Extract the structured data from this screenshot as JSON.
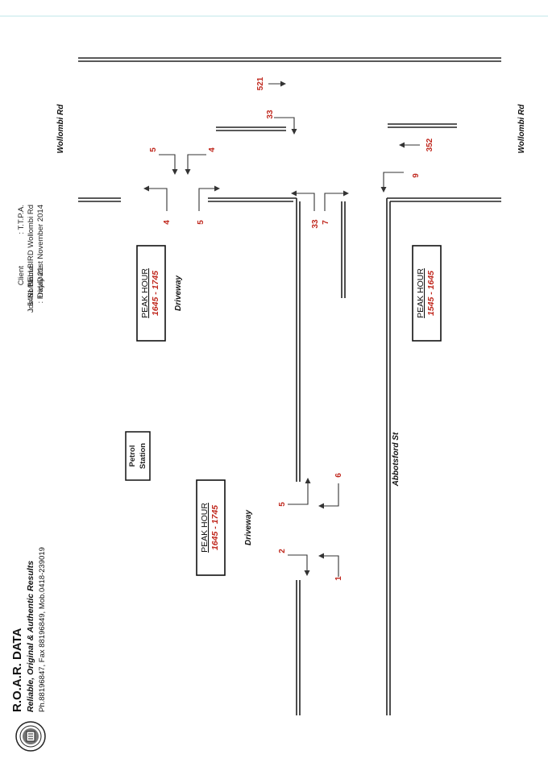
{
  "header": {
    "brand": "R.O.A.R.  DATA",
    "tagline": "Reliable, Original & Authentic Results",
    "contact": "Ph.88196847, Fax 88196849, Mob.0418-239019",
    "client_label": "Client",
    "client_value": ": T.T.P.A.",
    "job_label": "Job No/Name",
    "job_value": ": 5461 BELLBIRD Wollombi Rd",
    "date_label": "Day/Date",
    "date_value": ": Friday 21st November 2014"
  },
  "roads": {
    "wollombi_top": "Wollombi Rd",
    "wollombi_right": "Wollombi Rd",
    "abbotsford": "Abbotsford St",
    "driveway_top": "Driveway",
    "driveway_bottom": "Driveway",
    "petrol_line1": "Petrol",
    "petrol_line2": "Station"
  },
  "peak_boxes": [
    {
      "heading": "PEAK HOUR",
      "time": "1645 - 1745"
    },
    {
      "heading": "PEAK HOUR",
      "time": "1645 - 1745"
    },
    {
      "heading": "PEAK HOUR",
      "time": "1545 - 1645"
    }
  ],
  "counts": {
    "wollombi_thru_a": "521",
    "wollombi_left_a": "33",
    "wollombi_thru_b": "352",
    "wollombi_right_b": "9",
    "abbotsford_left": "33",
    "abbotsford_right": "7",
    "drive1_out_left": "4",
    "drive1_out_right": "5",
    "drive1_in_a": "5",
    "drive1_in_b": "4",
    "drive2_in_a": "2",
    "drive2_out_a": "1",
    "drive2_in_b": "5",
    "drive2_out_b": "6"
  },
  "colors": {
    "count": "#c0281e",
    "line": "#222222"
  }
}
